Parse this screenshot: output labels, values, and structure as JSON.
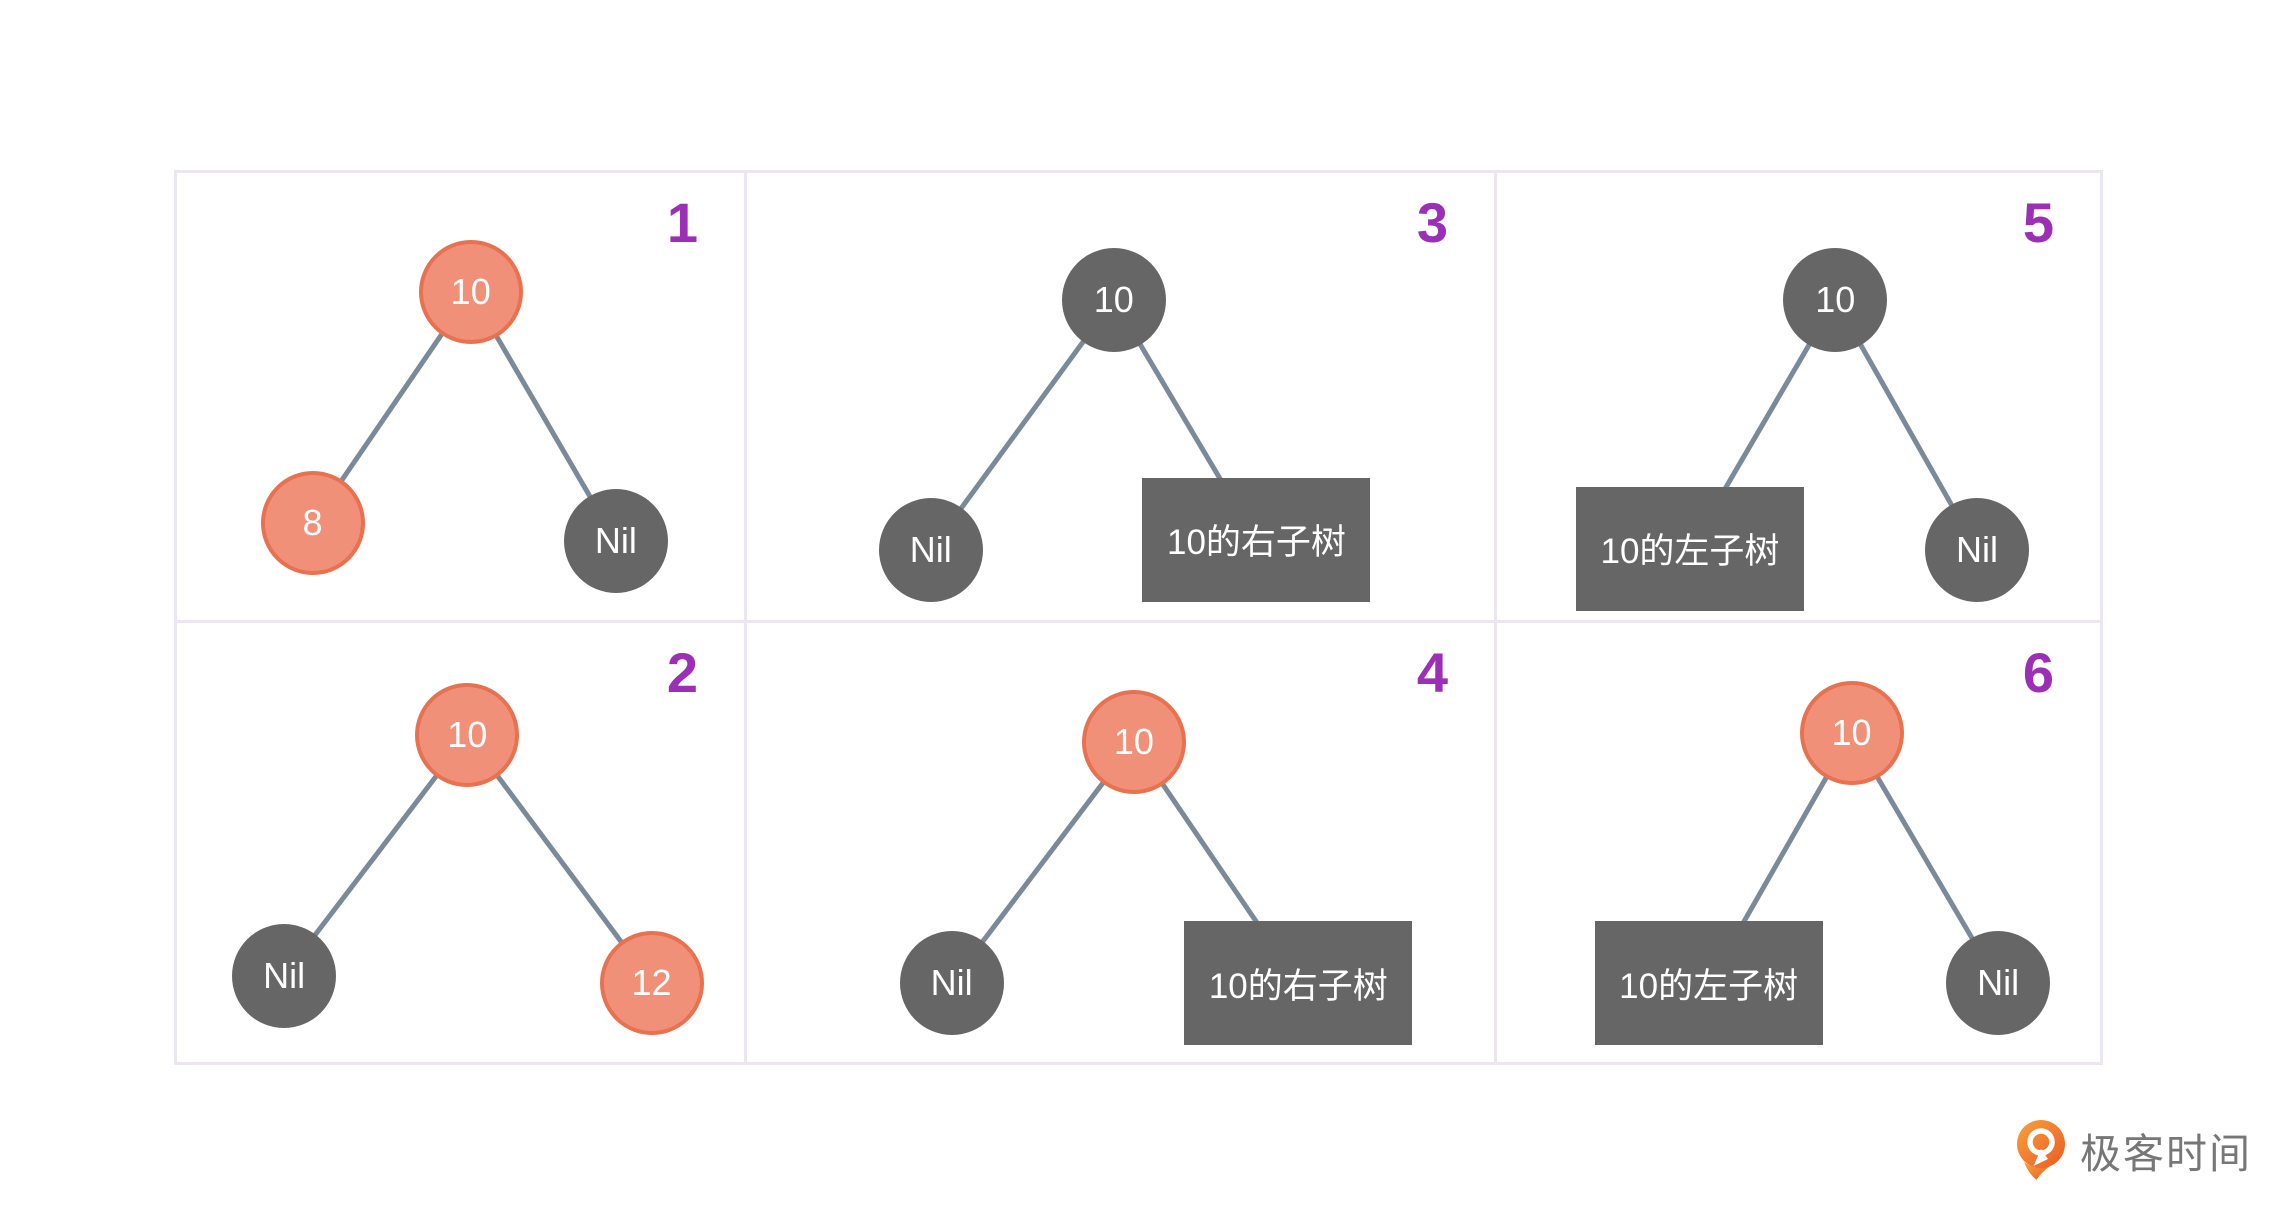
{
  "panels": [
    {
      "number": "1",
      "root": {
        "text": "10",
        "shape": "circle",
        "variant": "salmon"
      },
      "left": {
        "text": "8",
        "shape": "circle",
        "variant": "salmon"
      },
      "right": {
        "text": "Nil",
        "shape": "circle",
        "variant": "dark"
      }
    },
    {
      "number": "3",
      "root": {
        "text": "10",
        "shape": "circle",
        "variant": "dark"
      },
      "left": {
        "text": "Nil",
        "shape": "circle",
        "variant": "dark"
      },
      "right": {
        "text": "10的右子树",
        "shape": "rect",
        "variant": "dark"
      }
    },
    {
      "number": "5",
      "root": {
        "text": "10",
        "shape": "circle",
        "variant": "dark"
      },
      "left": {
        "text": "10的左子树",
        "shape": "rect",
        "variant": "dark"
      },
      "right": {
        "text": "Nil",
        "shape": "circle",
        "variant": "dark"
      }
    },
    {
      "number": "2",
      "root": {
        "text": "10",
        "shape": "circle",
        "variant": "salmon"
      },
      "left": {
        "text": "Nil",
        "shape": "circle",
        "variant": "dark"
      },
      "right": {
        "text": "12",
        "shape": "circle",
        "variant": "salmon"
      }
    },
    {
      "number": "4",
      "root": {
        "text": "10",
        "shape": "circle",
        "variant": "salmon"
      },
      "left": {
        "text": "Nil",
        "shape": "circle",
        "variant": "dark"
      },
      "right": {
        "text": "10的右子树",
        "shape": "rect",
        "variant": "dark"
      }
    },
    {
      "number": "6",
      "root": {
        "text": "10",
        "shape": "circle",
        "variant": "salmon"
      },
      "left": {
        "text": "10的左子树",
        "shape": "rect",
        "variant": "dark"
      },
      "right": {
        "text": "Nil",
        "shape": "circle",
        "variant": "dark"
      }
    }
  ],
  "colors": {
    "node_salmon_fill": "#F09078",
    "node_salmon_border": "#E8714F",
    "node_dark_fill": "#666666",
    "edge": "#7A8A99",
    "panel_number": "#9B2FB5",
    "panel_border": "#ECE6F1",
    "logo_orange": "#F0731F",
    "logo_text": "#777777"
  },
  "logo": {
    "text": "极客时间"
  }
}
